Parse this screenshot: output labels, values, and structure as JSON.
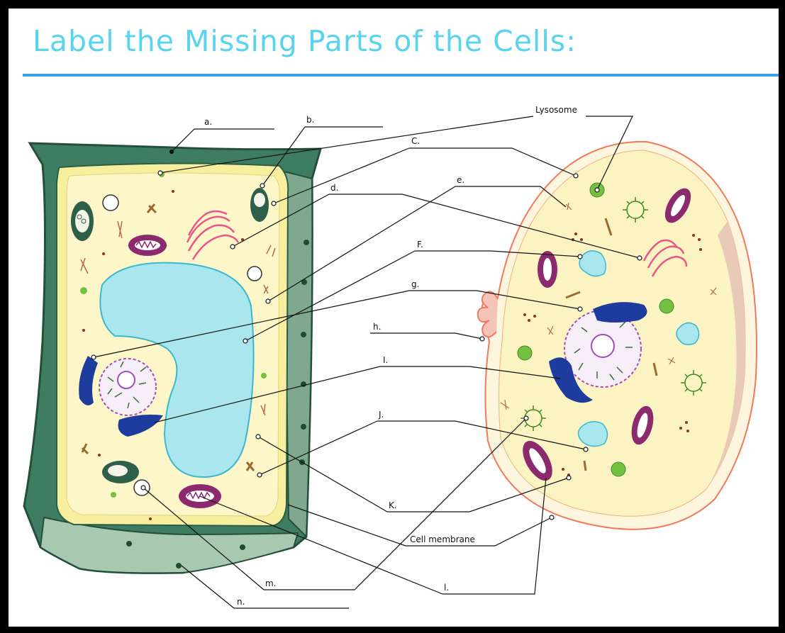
{
  "title": "Label the Missing Parts of the Cells:",
  "labels": {
    "a": "a.",
    "b": "b.",
    "c": "C.",
    "d": "d.",
    "e": "e.",
    "f": "F.",
    "g": "g.",
    "h": "h.",
    "i": "I.",
    "j": "J.",
    "k": "K.",
    "l": "l.",
    "m": "m.",
    "n": "n.",
    "lysosome": "Lysosome",
    "cell_membrane": "Cell membrane"
  },
  "colors": {
    "title": "#59d3ee",
    "underline": "#3aa2e6",
    "plant_wall": "#3f7d62",
    "plant_wall_dark": "#2b6048",
    "cytoplasm": "#fcf6c8",
    "vacuole": "#a9e6ee",
    "animal_membrane": "#f07a5c",
    "mitochondria": "#8c2a6e",
    "golgi": "#1e3c9e",
    "chloroplast": "#2e6049",
    "er": "#e8568a"
  }
}
